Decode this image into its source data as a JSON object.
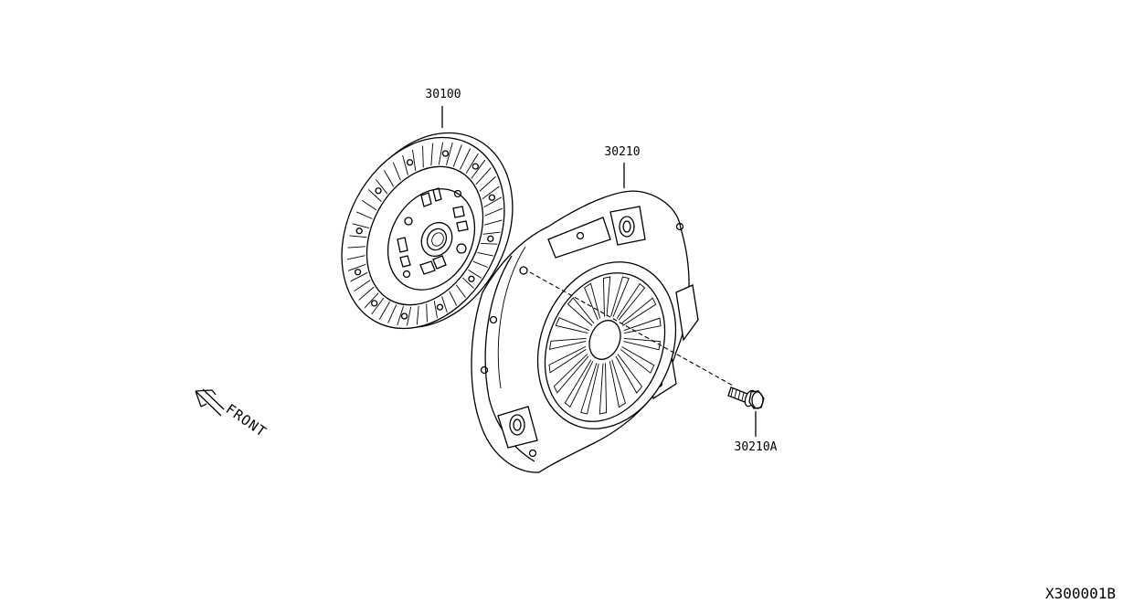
{
  "parts": {
    "clutch_disc": {
      "label": "30100",
      "icon": "clutch-disc-icon"
    },
    "clutch_cover": {
      "label": "30210",
      "icon": "clutch-cover-icon"
    },
    "bolt": {
      "label": "30210A",
      "icon": "bolt-icon"
    }
  },
  "orientation": {
    "label": "FRONT",
    "icon": "front-arrow-icon"
  },
  "reference": "X300001B"
}
